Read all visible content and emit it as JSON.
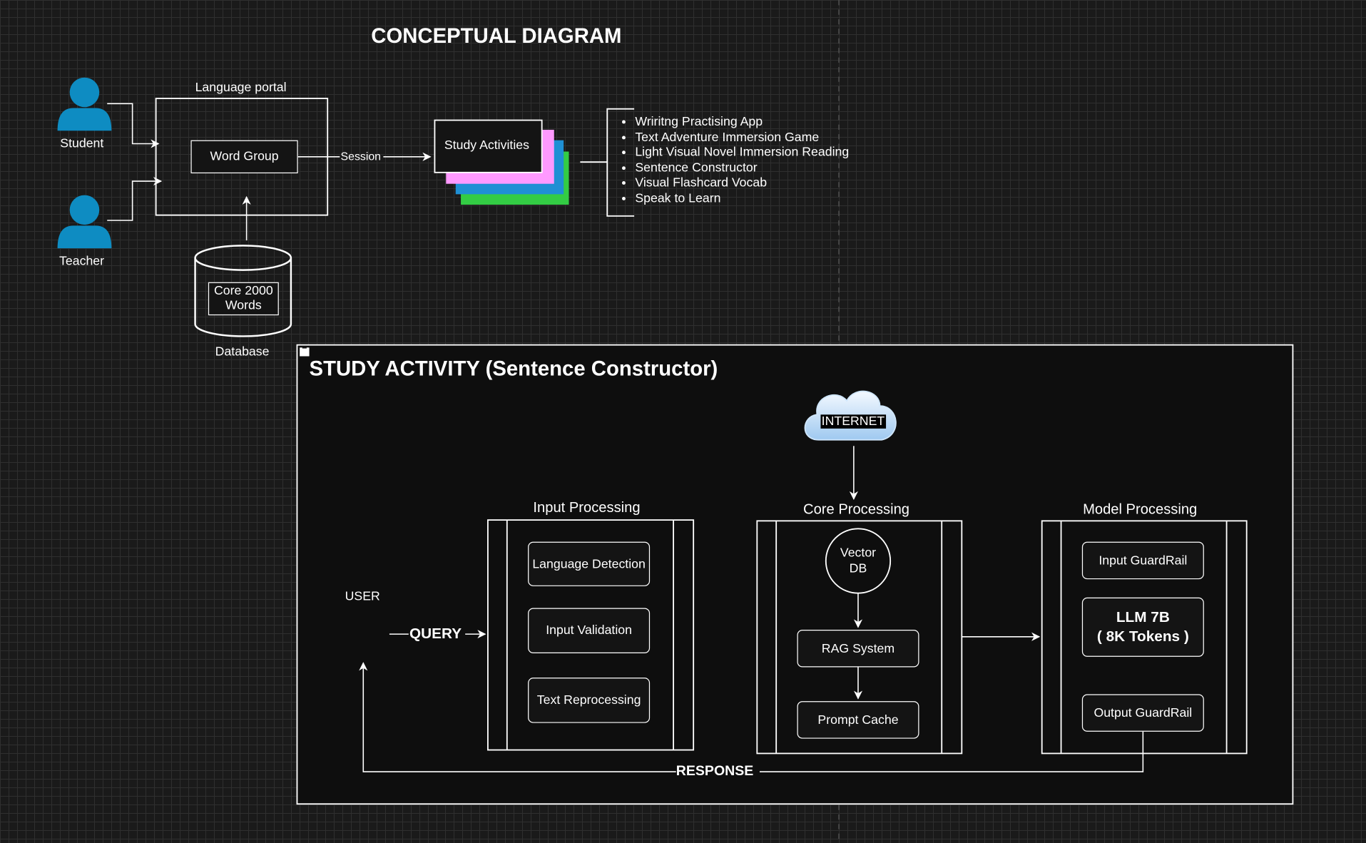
{
  "title": "CONCEPTUAL DIAGRAM",
  "actors": {
    "student": "Student",
    "teacher": "Teacher",
    "user": "USER"
  },
  "portal": {
    "title": "Language portal",
    "word_group": "Word Group",
    "session_label": "Session"
  },
  "database": {
    "inner_line1": "Core 2000",
    "inner_line2": "Words",
    "label": "Database"
  },
  "study_activities": {
    "label": "Study Activities",
    "card_colors": [
      "#ff99ff",
      "#1f8fd4",
      "#33cc44"
    ],
    "items": [
      "Wriritng Practising App",
      "Text Adventure Immersion Game",
      "Light Visual Novel Immersion Reading",
      "Sentence Constructor",
      "Visual Flashcard Vocab",
      "Speak to Learn"
    ]
  },
  "container": {
    "collapse_glyph": "−",
    "title": "STUDY ACTIVITY (Sentence Constructor)"
  },
  "internet": "INTERNET",
  "input_processing": {
    "title": "Input Processing",
    "steps": [
      "Language Detection",
      "Input Validation",
      "Text Reprocessing"
    ]
  },
  "core_processing": {
    "title": "Core Processing",
    "vector_db_line1": "Vector",
    "vector_db_line2": "DB",
    "rag": "RAG System",
    "cache": "Prompt Cache"
  },
  "model_processing": {
    "title": "Model Processing",
    "input_guard": "Input GuardRail",
    "llm_line1": "LLM 7B",
    "llm_line2": "( 8K Tokens )",
    "output_guard": "Output GuardRail"
  },
  "flows": {
    "query": "QUERY",
    "response": "RESPONSE"
  },
  "colors": {
    "person_icon": "#0e8cc2",
    "cloud": "#cfe6fb",
    "background": "#1a1a1a"
  }
}
